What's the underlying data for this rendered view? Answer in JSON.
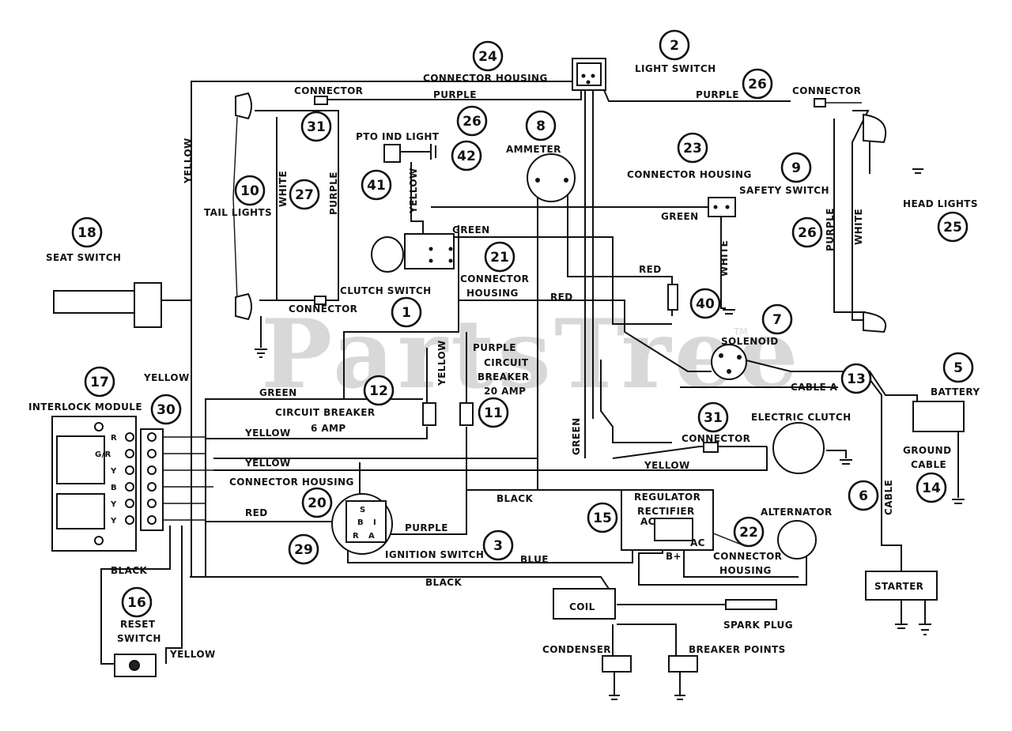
{
  "watermark": {
    "text": "PartsTree",
    "mark": "TM"
  },
  "labels": {
    "connector_housing_top": "CONNECTOR HOUSING",
    "light_switch": "LIGHT SWITCH",
    "connector_tail": "CONNECTOR",
    "purple_top1": "PURPLE",
    "purple_top2": "PURPLE",
    "connector_head": "CONNECTOR",
    "pto_ind_light": "PTO IND  LIGHT",
    "ammeter": "AMMETER",
    "yellow_left_vert": "YELLOW",
    "connector_housing_safety": "CONNECTOR HOUSING",
    "safety_switch": "SAFETY SWITCH",
    "tail_lights": "TAIL LIGHTS",
    "white_tail": "WHITE",
    "purple_tail": "PURPLE",
    "yellow_pto": "YELLOW",
    "green_safety": "GREEN",
    "head_lights": "HEAD LIGHTS",
    "purple_head": "PURPLE",
    "white_head": "WHITE",
    "seat_switch": "SEAT SWITCH",
    "green_clutch": "GREEN",
    "connector_housing_21": "CONNECTOR",
    "housing_21": "HOUSING",
    "clutch_switch": "CLUTCH SWITCH",
    "red_upper": "RED",
    "white_safety": "WHITE",
    "red_mid": "RED",
    "connector_tail_low": "CONNECTOR",
    "solenoid": "SOLENOID",
    "purple_cb": "PURPLE",
    "circuit_breaker_20": "CIRCUIT",
    "breaker_20": "BREAKER",
    "amp_20": "20 AMP",
    "yellow_cb_vert": "YELLOW",
    "yellow_interlock": "YELLOW",
    "interlock_module": "INTERLOCK MODULE",
    "green_mid": "GREEN",
    "cable_a": "CABLE A",
    "battery": "BATTERY",
    "circuit_breaker_6": "CIRCUIT BREAKER",
    "amp_6": "6 AMP",
    "electric_clutch": "ELECTRIC CLUTCH",
    "yellow_mid1": "YELLOW",
    "green_vert": "GREEN",
    "connector_clutch": "CONNECTOR",
    "yellow_mid2": "YELLOW",
    "yellow_clutch": "YELLOW",
    "ground_cable1": "GROUND",
    "ground_cable2": "CABLE",
    "connector_housing_ign": "CONNECTOR HOUSING",
    "cable_vert": "CABLE",
    "black_ign": "BLACK",
    "regulator_rectifier1": "REGULATOR",
    "regulator_rectifier2": "RECTIFIER",
    "ac_reg": "AC",
    "ac_reg2": "AC",
    "b_plus": "B+",
    "red_ign": "RED",
    "alternator": "ALTERNATOR",
    "purple_ign": "PURPLE",
    "ignition_switch": "IGNITION SWITCH",
    "blue": "BLUE",
    "connector_housing_22a": "CONNECTOR",
    "connector_housing_22b": "HOUSING",
    "black_left": "BLACK",
    "black_bottom": "BLACK",
    "starter": "STARTER",
    "reset_switch1": "RESET",
    "reset_switch2": "SWITCH",
    "coil": "COIL",
    "spark_plug": "SPARK PLUG",
    "yellow_reset": "YELLOW",
    "condenser": "CONDENSER",
    "breaker_points": "BREAKER POINTS"
  },
  "ignition_terminals": {
    "s": "S",
    "b": "B",
    "i": "I",
    "r": "R",
    "a": "A"
  },
  "interlock_terminals": [
    "R",
    "G/R",
    "Y",
    "B",
    "Y",
    "Y"
  ],
  "callouts": {
    "c24": "24",
    "c2": "2",
    "c26a": "26",
    "c31a": "31",
    "c26b": "26",
    "c8": "8",
    "c42": "42",
    "c41": "41",
    "c23": "23",
    "c9": "9",
    "c10": "10",
    "c27": "27",
    "c18": "18",
    "c21": "21",
    "c26c": "26",
    "c25": "25",
    "c1": "1",
    "c40": "40",
    "c7": "7",
    "c17": "17",
    "c12": "12",
    "c13": "13",
    "c5": "5",
    "c30": "30",
    "c11": "11",
    "c31b": "31",
    "c20": "20",
    "c6": "6",
    "c14": "14",
    "c15": "15",
    "c22": "22",
    "c29": "29",
    "c3": "3",
    "c16": "16"
  }
}
